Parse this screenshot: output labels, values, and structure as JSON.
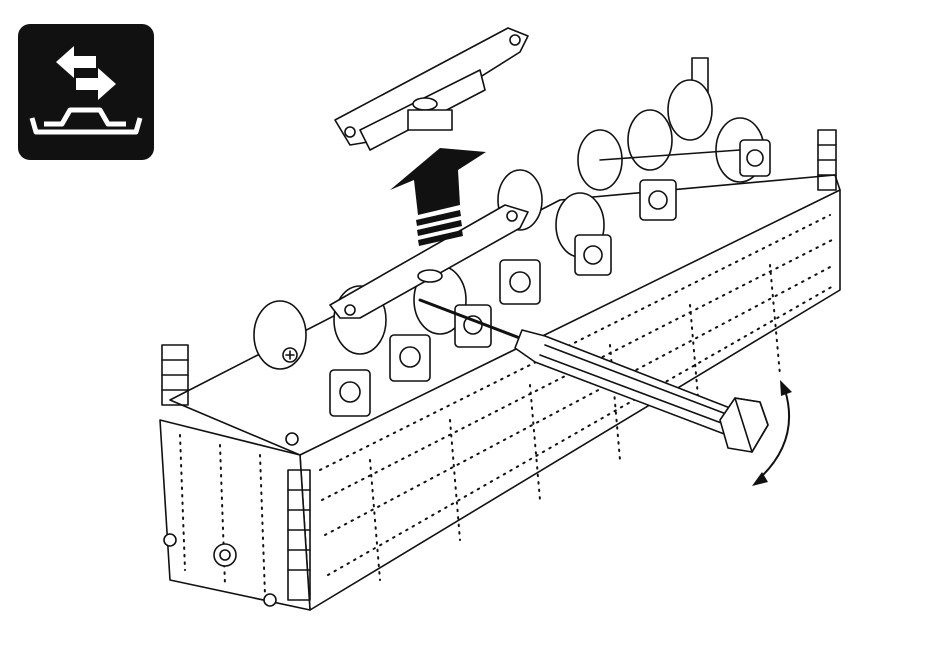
{
  "badge": {
    "icons": [
      "swap-arrows-icon",
      "chassis-outline-icon"
    ],
    "background": "#111111",
    "foreground": "#ffffff"
  },
  "illustration": {
    "parts": [
      "coupler-cover",
      "lift-arrow",
      "tender-body",
      "wheel-trucks",
      "screwdriver",
      "rotate-arrow"
    ],
    "line_color": "#111111",
    "fill_color": "#ffffff"
  }
}
